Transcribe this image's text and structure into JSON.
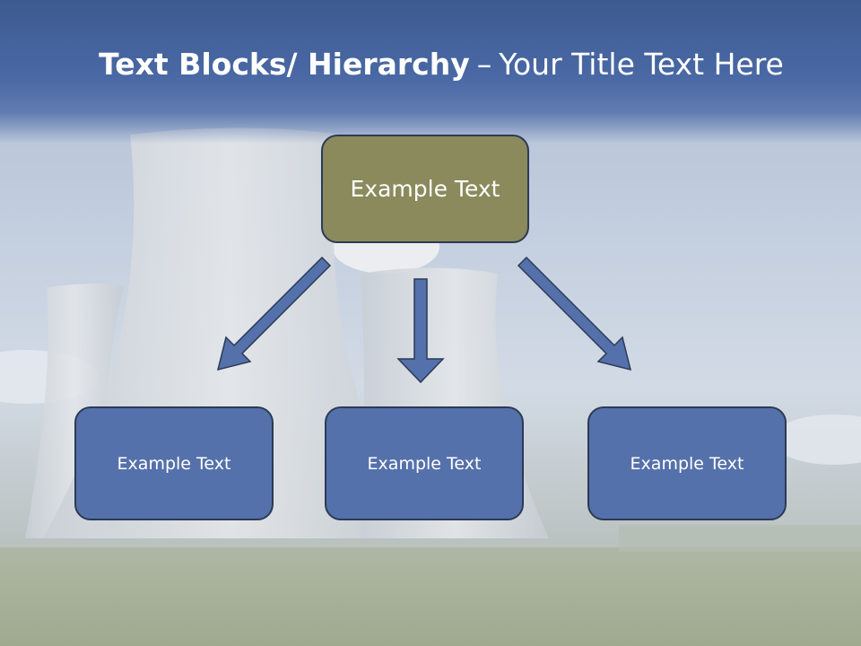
{
  "title": {
    "bold_part": "Text Blocks/ Hierarchy",
    "separator": "–",
    "regular_part": "Your Title Text Here"
  },
  "diagram": {
    "type": "hierarchy",
    "root": {
      "label": "Example Text"
    },
    "children": [
      {
        "label": "Example Text"
      },
      {
        "label": "Example Text"
      },
      {
        "label": "Example Text"
      }
    ]
  },
  "colors": {
    "title_band": "#4a69a5",
    "root_fill": "#8a8a5c",
    "child_fill": "#5571ab",
    "arrow_fill": "#5571ab",
    "border": "#2c3a55",
    "text": "#ffffff"
  }
}
